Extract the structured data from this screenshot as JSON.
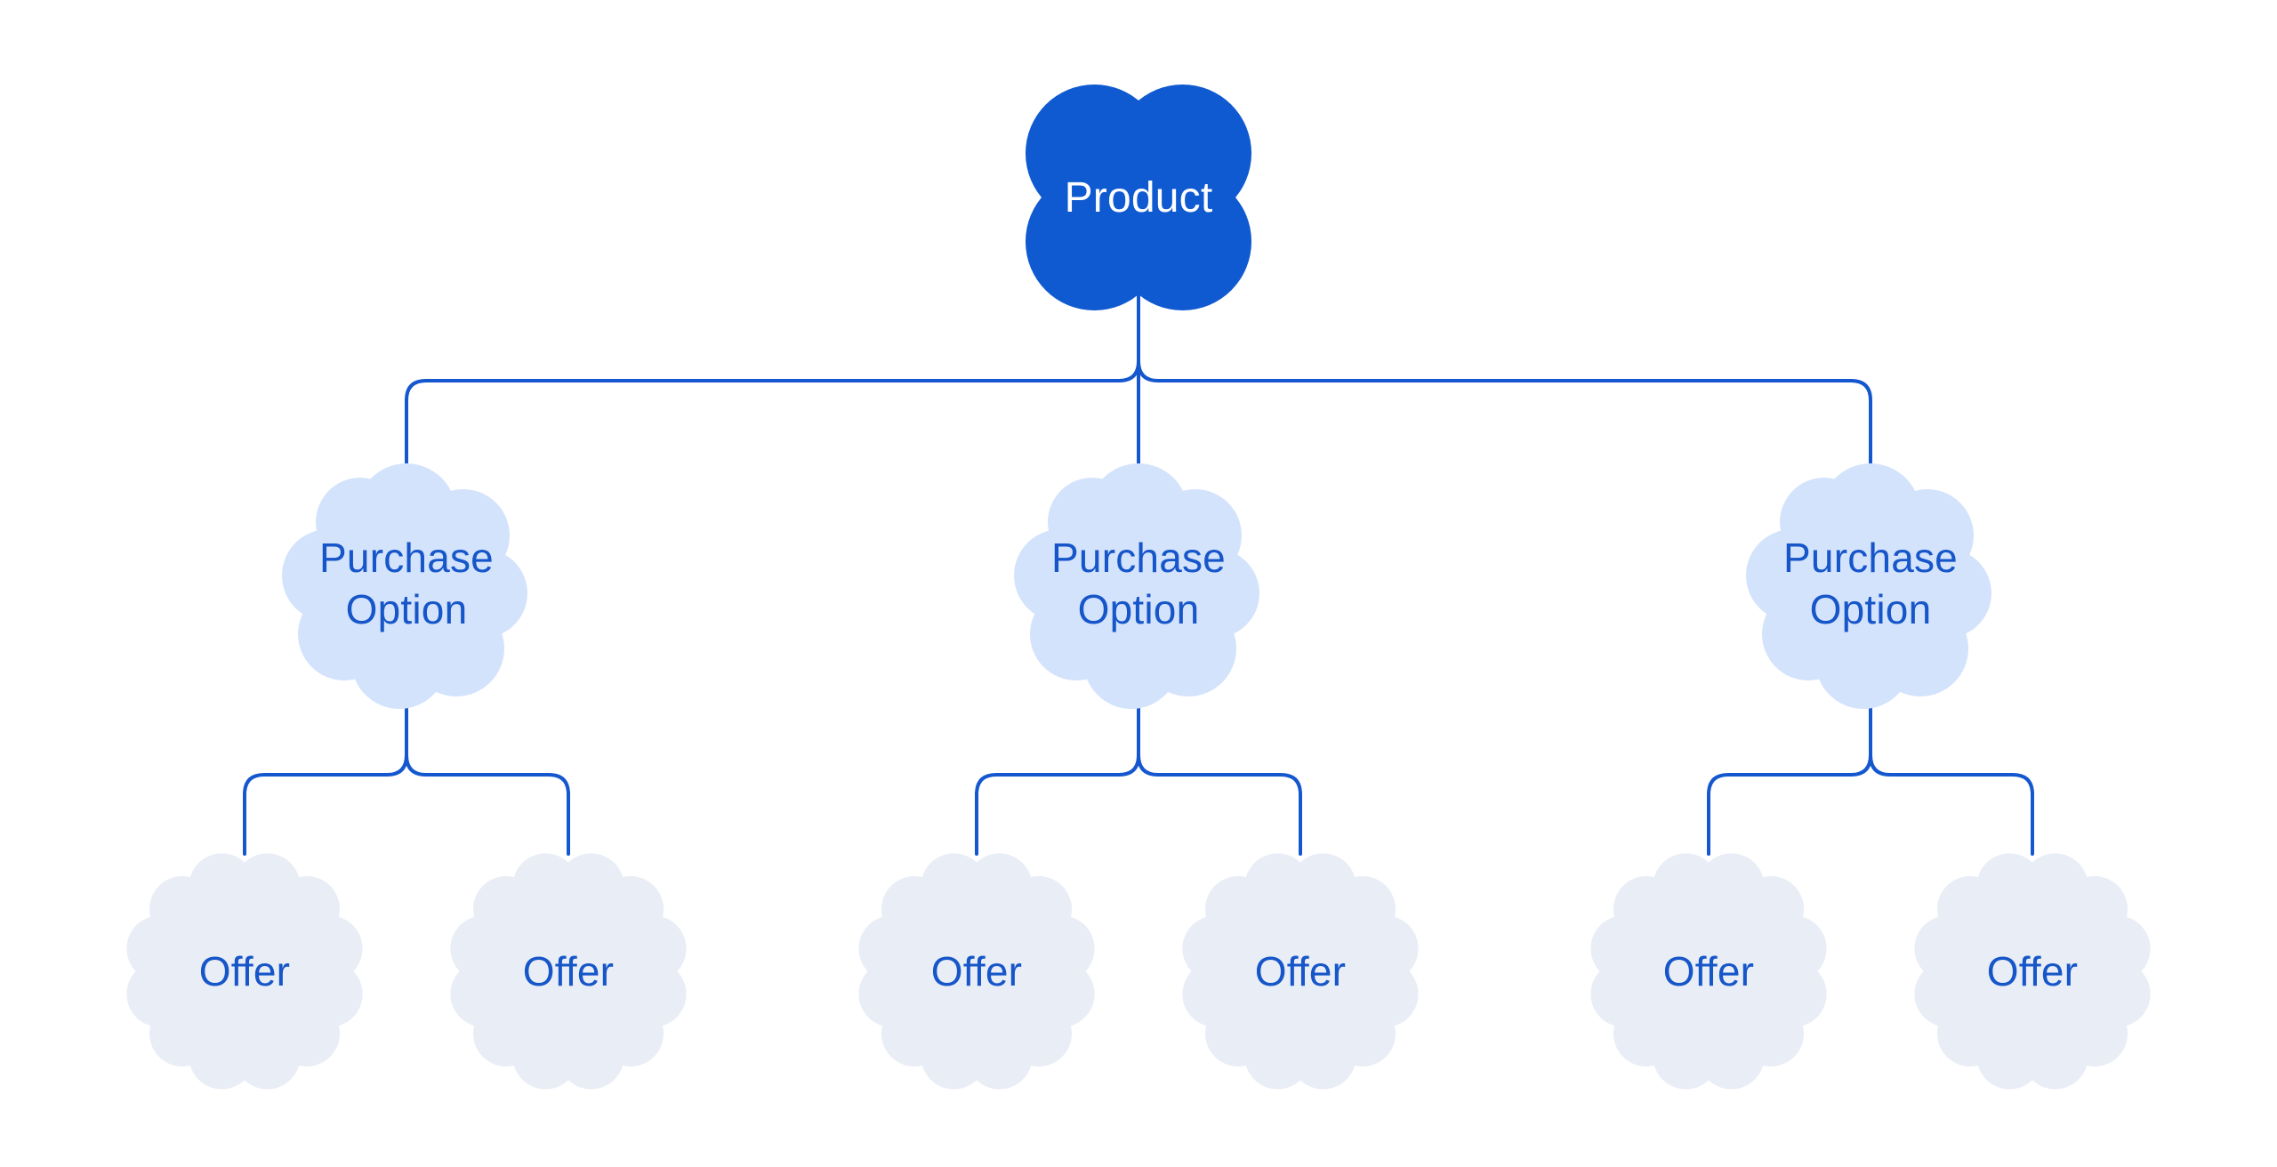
{
  "diagram": {
    "root": {
      "label": "Product"
    },
    "purchase_options": [
      {
        "label": "Purchase\nOption",
        "offers": [
          {
            "label": "Offer"
          },
          {
            "label": "Offer"
          }
        ]
      },
      {
        "label": "Purchase\nOption",
        "offers": [
          {
            "label": "Offer"
          },
          {
            "label": "Offer"
          }
        ]
      },
      {
        "label": "Purchase\nOption",
        "offers": [
          {
            "label": "Offer"
          },
          {
            "label": "Offer"
          }
        ]
      }
    ],
    "colors": {
      "background": "#FFFFFF",
      "product_fill": "#0F59D1",
      "option_fill": "#D4E3FC",
      "offer_fill": "#E9EDF5",
      "connector": "#1557CE",
      "label_blue": "#1656C9",
      "product_label": "#FFFFFF"
    }
  }
}
